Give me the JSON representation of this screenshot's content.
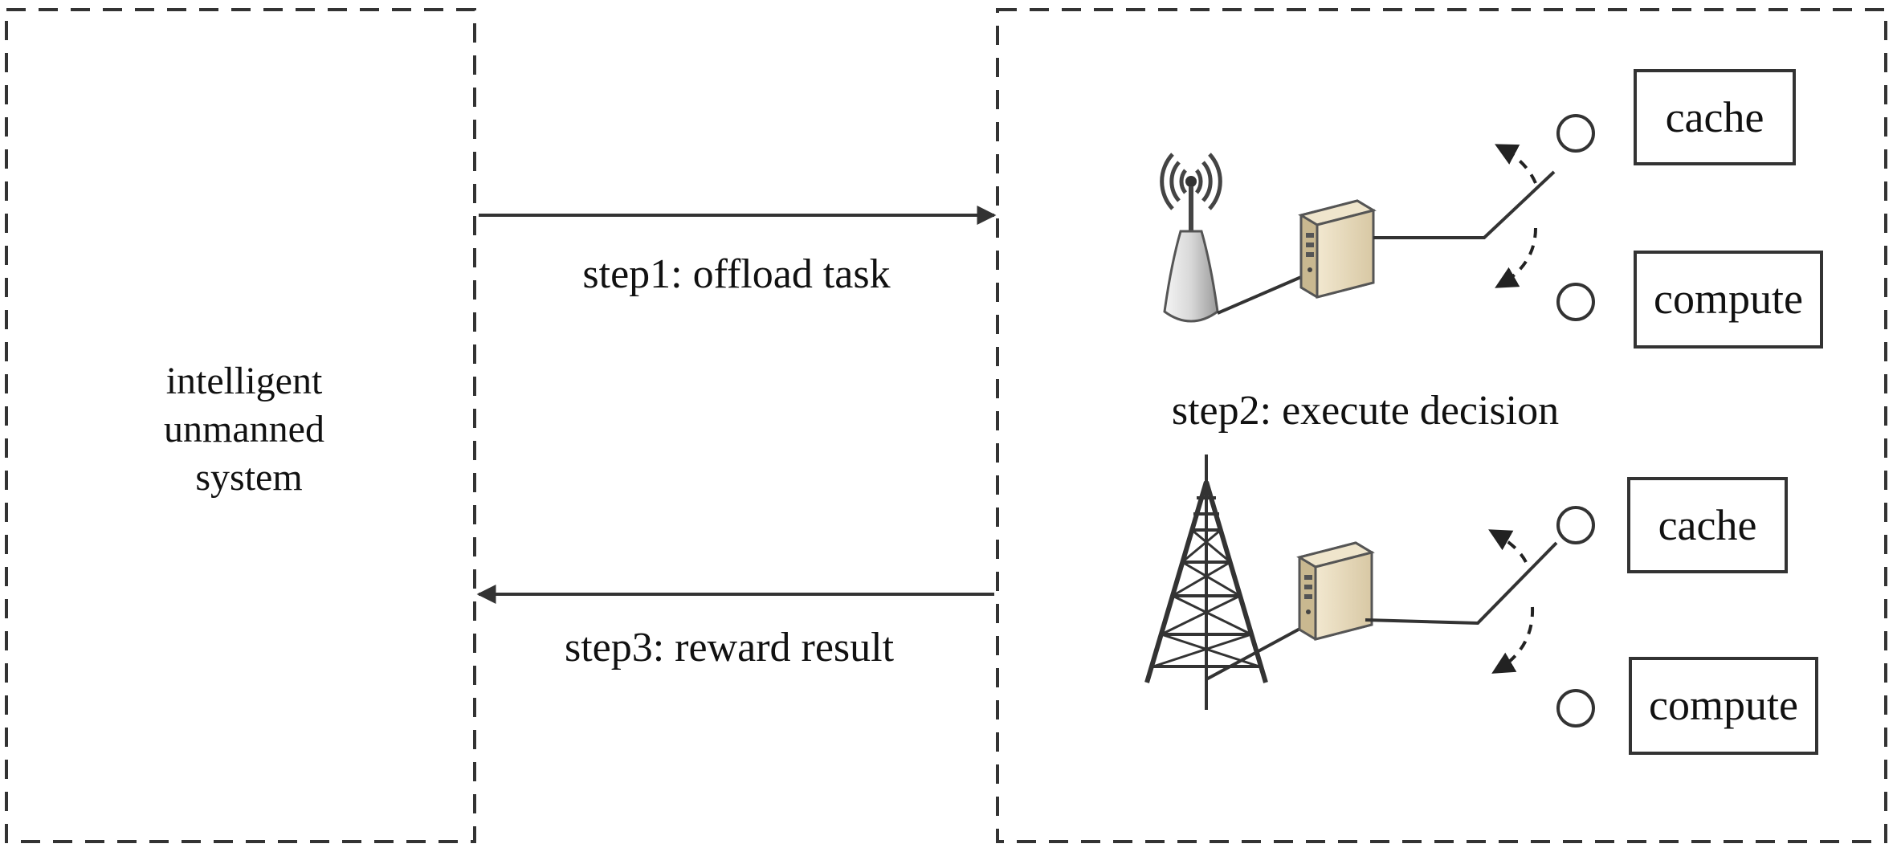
{
  "left_panel": {
    "label_lines": [
      "intelligent",
      "unmanned",
      "system"
    ]
  },
  "steps": {
    "step1": "step1: offload task",
    "step2": "step2: execute decision",
    "step3": "step3: reward result"
  },
  "edge_nodes": [
    {
      "name": "access-point",
      "icon": "wifi-router-icon",
      "options": [
        "cache",
        "compute"
      ]
    },
    {
      "name": "cell-tower",
      "icon": "cell-tower-icon",
      "options": [
        "cache",
        "compute"
      ]
    }
  ],
  "colors": {
    "line": "#333333",
    "server_body": "#e8dcc0",
    "server_side": "#b8a888",
    "text": "#111111"
  }
}
